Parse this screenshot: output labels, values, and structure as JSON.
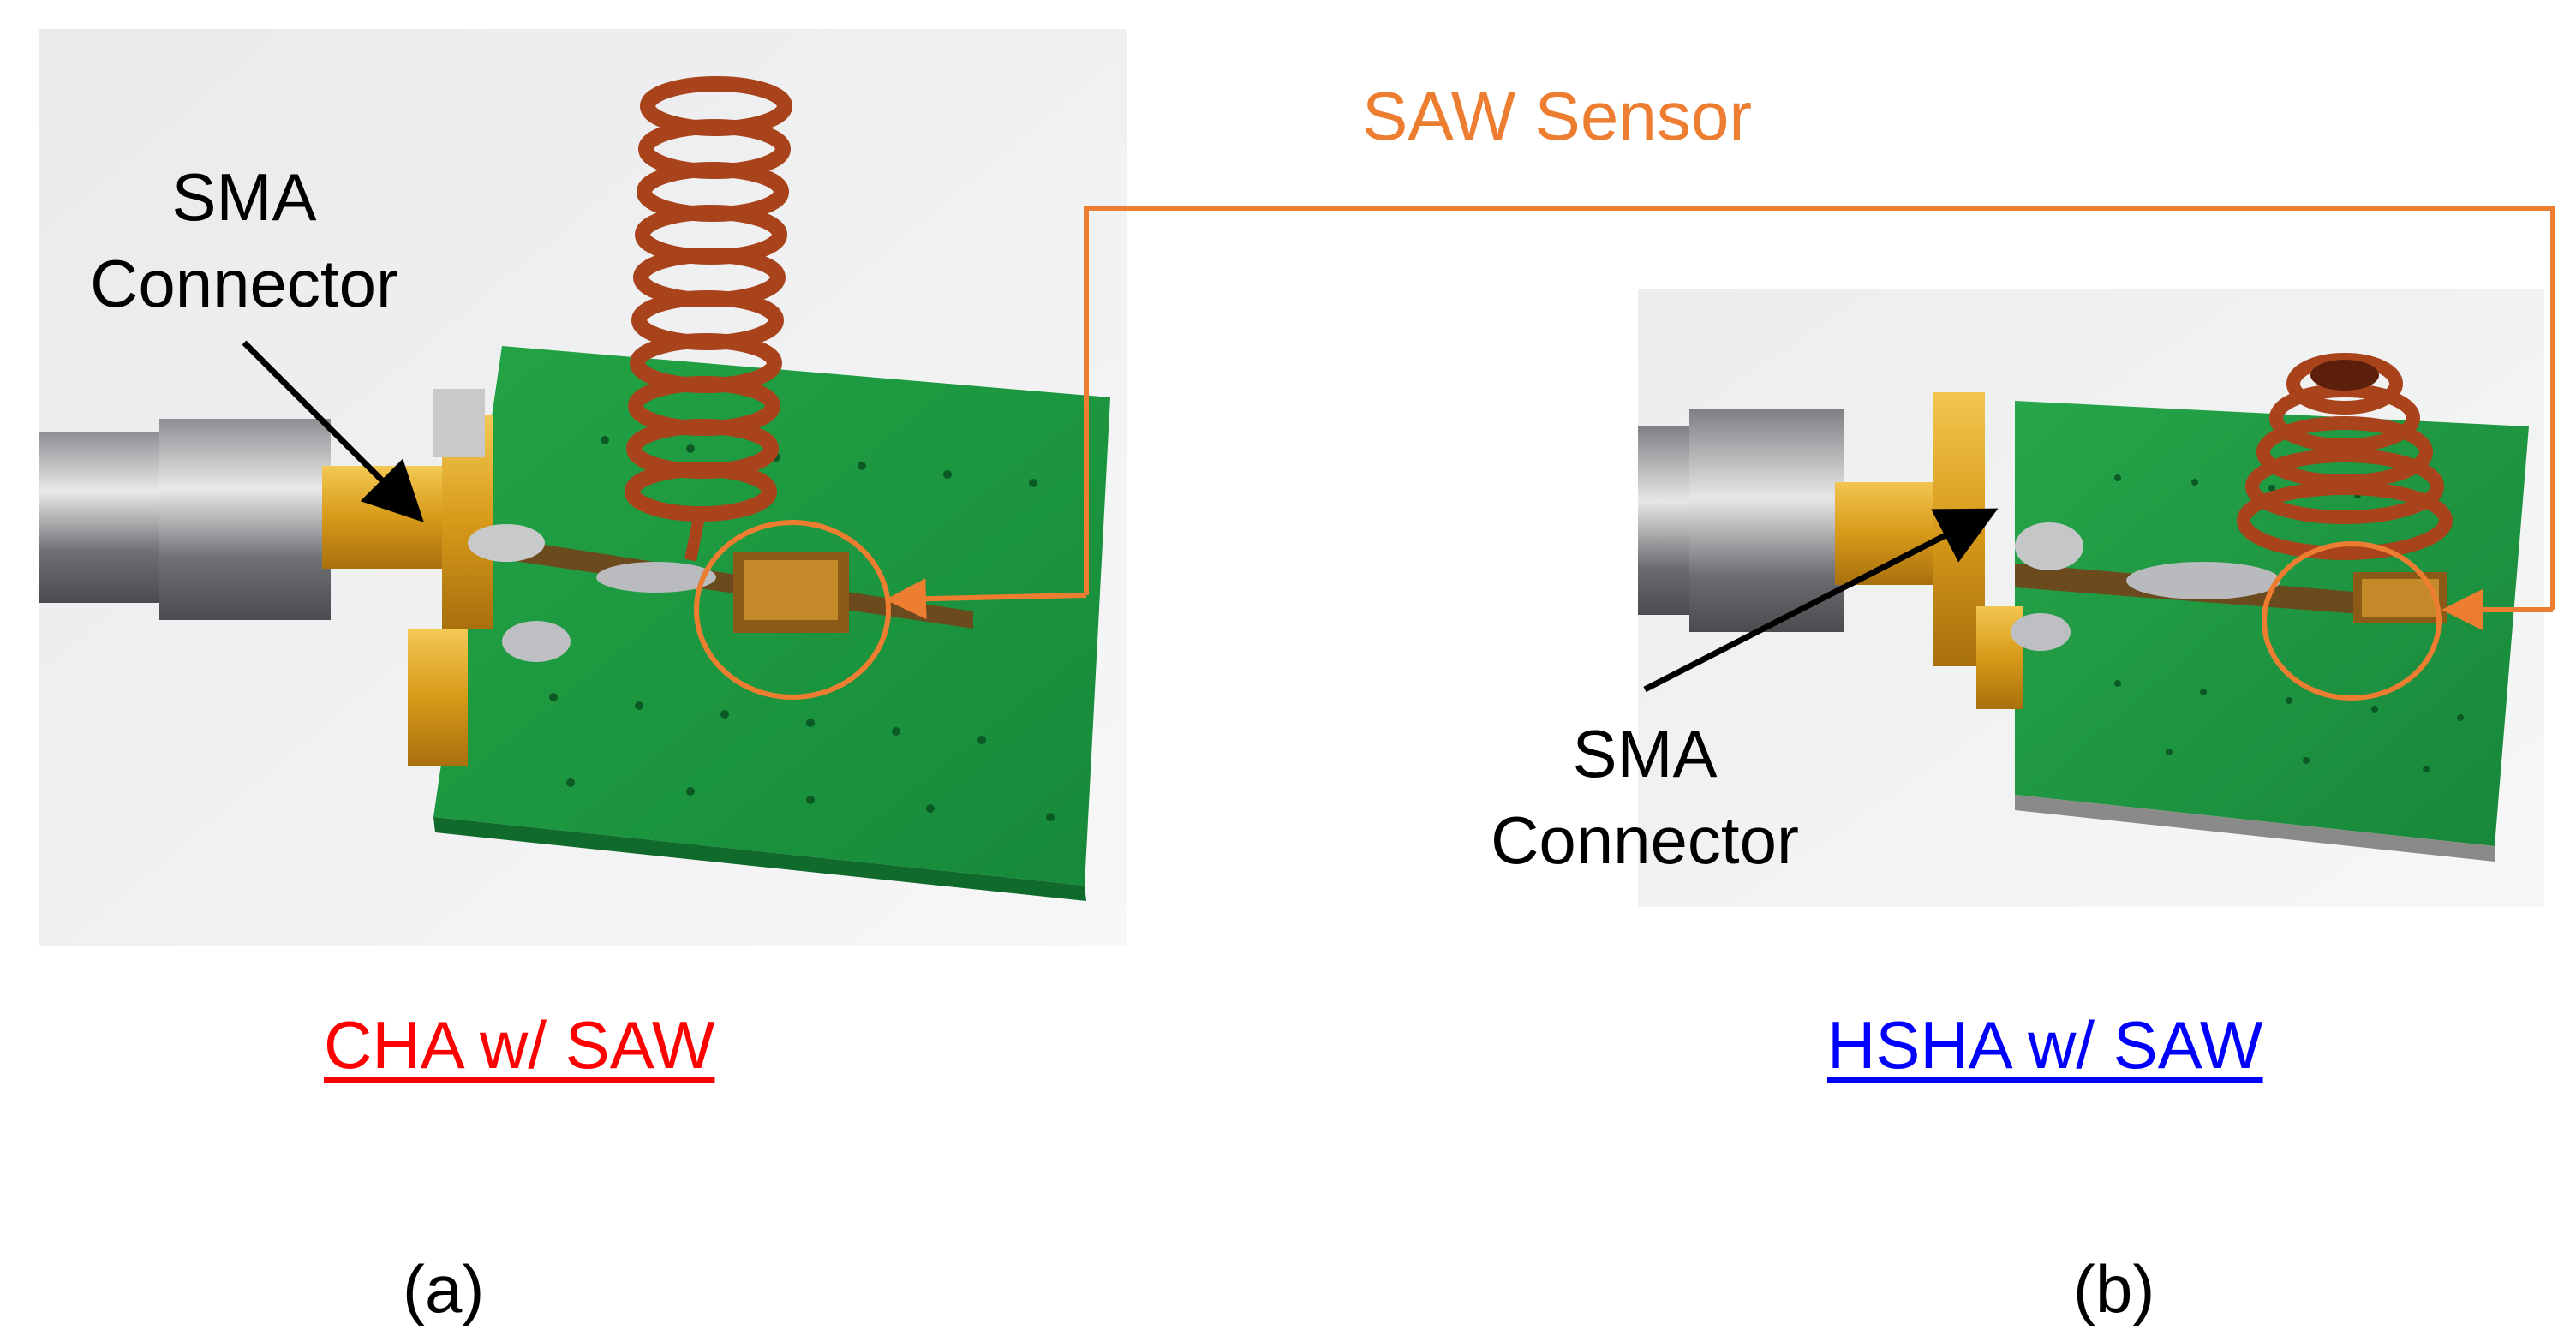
{
  "figure": {
    "saw_sensor_label": "SAW Sensor",
    "panel_a": {
      "connector_label_line1": "SMA",
      "connector_label_line2": "Connector",
      "caption": "CHA w/ SAW",
      "panel_letter": "(a)"
    },
    "panel_b": {
      "connector_label_line1": "SMA",
      "connector_label_line2": "Connector",
      "caption": "HSHA w/ SAW",
      "panel_letter": "(b)"
    }
  },
  "colors": {
    "saw_annotation": "#ED7D31",
    "caption_a": "#FF0000",
    "caption_b": "#0000FF",
    "pcb_green": "#1E9A3C",
    "copper_coil": "#A8431C",
    "gold": "#D9A11E"
  }
}
